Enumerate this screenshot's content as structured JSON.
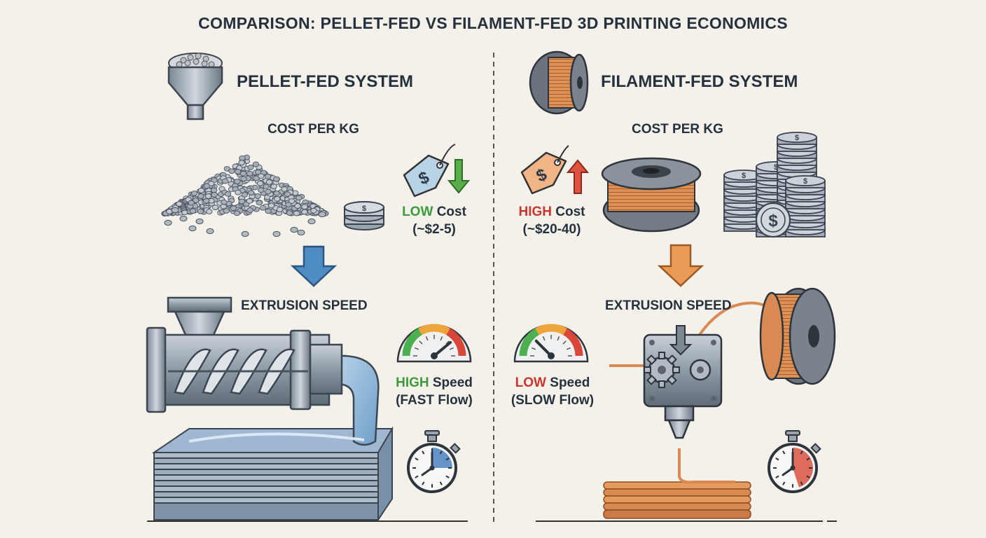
{
  "title": "COMPARISON: PELLET-FED VS FILAMENT-FED 3D PRINTING ECONOMICS",
  "pellet": {
    "heading": "PELLET-FED SYSTEM",
    "cost_label": "COST PER KG",
    "cost_level": "LOW",
    "cost_word": "Cost",
    "cost_range": "(~$2-5)",
    "speed_label": "EXTRUSION SPEED",
    "speed_level": "HIGH",
    "speed_word": "Speed",
    "speed_note": "(FAST Flow)",
    "gauge_level": 0.78,
    "timer_fraction": 0.25
  },
  "filament": {
    "heading": "FILAMENT-FED SYSTEM",
    "cost_label": "COST PER KG",
    "cost_level": "HIGH",
    "cost_word": "Cost",
    "cost_range": "(~$20-40)",
    "speed_label": "EXTRUSION SPEED",
    "speed_level": "LOW",
    "speed_word": "Speed",
    "speed_note": "(SLOW Flow)",
    "gauge_level": 0.25,
    "timer_fraction": 0.45
  },
  "colors": {
    "background": "#f3f1ea",
    "low_green": "#3c9a3c",
    "high_red": "#c8362d",
    "pellet_arrow": "#3f7fb5",
    "filament_arrow": "#e8914a",
    "copper": "#d98a52",
    "steel": "#9aa6b2"
  },
  "icons": {
    "hopper": "hopper-icon",
    "spool": "filament-spool-icon",
    "price_tag": "price-tag-icon",
    "coins": "coin-stack-icon",
    "gauge": "speedometer-icon",
    "stopwatch": "stopwatch-icon",
    "extruder": "screw-extruder-icon",
    "hotend": "filament-hotend-icon"
  }
}
